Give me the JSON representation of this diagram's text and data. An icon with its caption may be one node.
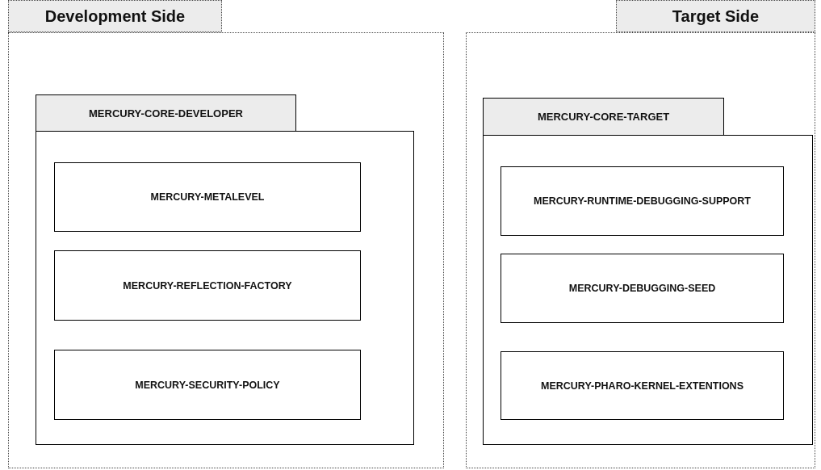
{
  "diagram": {
    "nodes": [
      {
        "text": [
          "Development Side"
        ]
      },
      {
        "text": [
          "MERCURY-CORE-DEVELOPER"
        ],
        "in": 0
      },
      {
        "text": [
          "MERCURY-METALEVEL"
        ],
        "in": 1
      },
      {
        "text": [
          "MERCURY-REFLECTION-FACTORY"
        ],
        "in": 1
      },
      {
        "text": [
          "MERCURY-SECURITY-POLICY"
        ],
        "in": 1
      },
      {
        "text": [
          "Target Side"
        ]
      },
      {
        "text": [
          "MERCURY-CORE-TARGET"
        ],
        "in": 5
      },
      {
        "text": [
          "MERCURY-RUNTIME-DEBUGGING-SUPPORT"
        ],
        "in": 6
      },
      {
        "text": [
          "MERCURY-DEBUGGING-SEED"
        ],
        "in": 6
      },
      {
        "text": [
          "MERCURY-PHARO-KERNEL-EXTENTIONS"
        ],
        "in": 6
      }
    ]
  }
}
